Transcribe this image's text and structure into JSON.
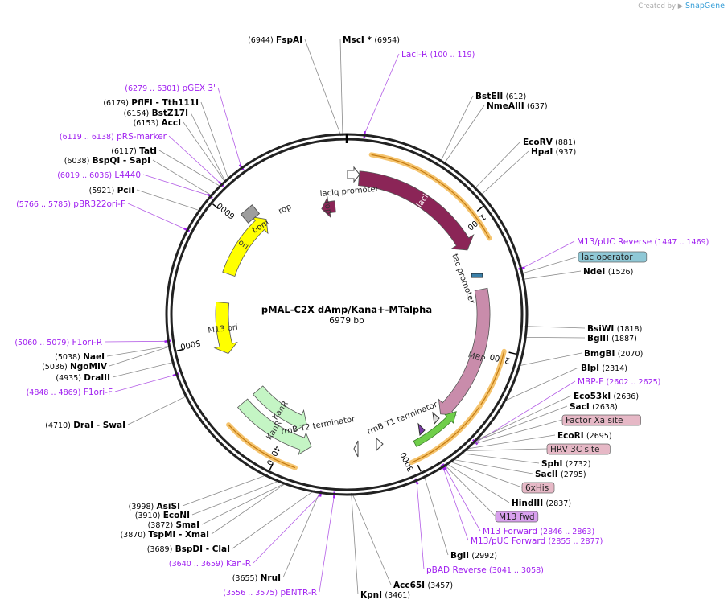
{
  "watermark": {
    "prefix": "Created by",
    "brand": "SnapGene"
  },
  "plasmid": {
    "name": "pMAL-C2X dAmp/Kana+-MTalpha",
    "length": 6979,
    "length_label": "6979 bp"
  },
  "colors": {
    "enzyme": "#000000",
    "primer": "#a020f0",
    "lacI": "#8b2557",
    "MBP": "#c98cab",
    "ori": "#ffff00",
    "KanR": "#c4f5c4",
    "bom": "#9e9e9e",
    "orf_halo": "#f5c46e",
    "terminator": "#7a3aa8"
  },
  "ticks": [
    {
      "pos": 1000,
      "label": "1000"
    },
    {
      "pos": 2000,
      "label": "2000"
    },
    {
      "pos": 3000,
      "label": "3000"
    },
    {
      "pos": 4000,
      "label": "4000"
    },
    {
      "pos": 5000,
      "label": "5000"
    },
    {
      "pos": 6000,
      "label": "6000"
    }
  ],
  "features": [
    {
      "name": "lacI",
      "label": "lacI",
      "start": 100,
      "end": 1200,
      "dir": 1,
      "color": "#8b2557",
      "text_color": "#ffffff"
    },
    {
      "name": "MBP",
      "label": "MBP",
      "start": 1540,
      "end": 2650,
      "dir": 1,
      "color": "#c98cab",
      "text_color": "#333333"
    },
    {
      "name": "ori",
      "label": "ori",
      "start": 5600,
      "end": 6200,
      "dir": 1,
      "color": "#ffff00",
      "text_color": "#333333"
    },
    {
      "name": "M13 ori",
      "label": "M13 ori",
      "start": 4880,
      "end": 5340,
      "dir": -1,
      "color": "#ffff00",
      "text_color": "#333333"
    },
    {
      "name": "KanR-1",
      "label": "KanR",
      "start": 3880,
      "end": 4450,
      "dir": -1,
      "color": "#c4f5c4",
      "text_color": "#333333"
    },
    {
      "name": "KanR-2",
      "label": "KanR",
      "start": 3780,
      "end": 4450,
      "dir": -1,
      "color": "#c4f5c4",
      "text_color": "#333333"
    },
    {
      "name": "rop",
      "label": "rop",
      "start": 6720,
      "end": 6860,
      "dir": -1,
      "color": "#8b2557",
      "text_color": "#333333"
    }
  ],
  "labels": {
    "lacIq_promoter": "lacIq promoter",
    "tac_promoter": "tac promoter",
    "rrnB_T1": "rrnB T1 terminator",
    "rrnB_T2": "rrnB T2 terminator",
    "bom": "bom",
    "rop": "rop"
  },
  "sites": [
    {
      "pos": "(6944)",
      "name": "FspAI",
      "kind": "enzyme"
    },
    {
      "pos": "(6954)",
      "name": "MscI *",
      "kind": "enzyme"
    },
    {
      "pos": "(100 .. 119)",
      "name": "LacI-R",
      "kind": "primer"
    },
    {
      "pos": "(612)",
      "name": "BstEII",
      "kind": "enzyme"
    },
    {
      "pos": "(637)",
      "name": "NmeAIII",
      "kind": "enzyme"
    },
    {
      "pos": "(881)",
      "name": "EcoRV",
      "kind": "enzyme"
    },
    {
      "pos": "(937)",
      "name": "HpaI",
      "kind": "enzyme"
    },
    {
      "pos": "(1447 .. 1469)",
      "name": "M13/pUC Reverse",
      "kind": "primer"
    },
    {
      "pos": "",
      "name": "lac operator",
      "kind": "box_blue"
    },
    {
      "pos": "(1526)",
      "name": "NdeI",
      "kind": "enzyme"
    },
    {
      "pos": "(1818)",
      "name": "BsiWI",
      "kind": "enzyme"
    },
    {
      "pos": "(1887)",
      "name": "BglII",
      "kind": "enzyme"
    },
    {
      "pos": "(2070)",
      "name": "BmgBI",
      "kind": "enzyme"
    },
    {
      "pos": "(2314)",
      "name": "BlpI",
      "kind": "enzyme"
    },
    {
      "pos": "(2602 .. 2625)",
      "name": "MBP-F",
      "kind": "primer"
    },
    {
      "pos": "(2636)",
      "name": "Eco53kI",
      "kind": "enzyme"
    },
    {
      "pos": "(2638)",
      "name": "SacI",
      "kind": "enzyme"
    },
    {
      "pos": "",
      "name": "Factor Xa site",
      "kind": "box_pink"
    },
    {
      "pos": "(2695)",
      "name": "EcoRI",
      "kind": "enzyme"
    },
    {
      "pos": "",
      "name": "HRV 3C site",
      "kind": "box_pink"
    },
    {
      "pos": "(2732)",
      "name": "SphI",
      "kind": "enzyme"
    },
    {
      "pos": "(2795)",
      "name": "SacII",
      "kind": "enzyme"
    },
    {
      "pos": "",
      "name": "6xHis",
      "kind": "box_pink"
    },
    {
      "pos": "(2837)",
      "name": "HindIII",
      "kind": "enzyme"
    },
    {
      "pos": "",
      "name": "M13 fwd",
      "kind": "box_purple"
    },
    {
      "pos": "(2846 .. 2863)",
      "name": "M13 Forward",
      "kind": "primer"
    },
    {
      "pos": "(2855 .. 2877)",
      "name": "M13/pUC Forward",
      "kind": "primer"
    },
    {
      "pos": "(2992)",
      "name": "BglI",
      "kind": "enzyme"
    },
    {
      "pos": "(3041 .. 3058)",
      "name": "pBAD Reverse",
      "kind": "primer"
    },
    {
      "pos": "(3457)",
      "name": "Acc65I",
      "kind": "enzyme"
    },
    {
      "pos": "(3461)",
      "name": "KpnI",
      "kind": "enzyme"
    },
    {
      "pos": "(3556 .. 3575)",
      "name": "pENTR-R",
      "kind": "primer"
    },
    {
      "pos": "(3655)",
      "name": "NruI",
      "kind": "enzyme"
    },
    {
      "pos": "(3640 .. 3659)",
      "name": "Kan-R",
      "kind": "primer"
    },
    {
      "pos": "(3689)",
      "name": "BspDI - ClaI",
      "kind": "enzyme"
    },
    {
      "pos": "(3870)",
      "name": "TspMI - XmaI",
      "kind": "enzyme"
    },
    {
      "pos": "(3872)",
      "name": "SmaI",
      "kind": "enzyme"
    },
    {
      "pos": "(3910)",
      "name": "EcoNI",
      "kind": "enzyme"
    },
    {
      "pos": "(3998)",
      "name": "AsiSI",
      "kind": "enzyme"
    },
    {
      "pos": "(4710)",
      "name": "DraI - SwaI",
      "kind": "enzyme"
    },
    {
      "pos": "(4848 .. 4869)",
      "name": "F1ori-F",
      "kind": "primer"
    },
    {
      "pos": "(4935)",
      "name": "DraIII",
      "kind": "enzyme"
    },
    {
      "pos": "(5036)",
      "name": "NgoMIV",
      "kind": "enzyme"
    },
    {
      "pos": "(5038)",
      "name": "NaeI",
      "kind": "enzyme"
    },
    {
      "pos": "(5060 .. 5079)",
      "name": "F1ori-R",
      "kind": "primer"
    },
    {
      "pos": "(5766 .. 5785)",
      "name": "pBR322ori-F",
      "kind": "primer"
    },
    {
      "pos": "(5921)",
      "name": "PciI",
      "kind": "enzyme"
    },
    {
      "pos": "(6019 .. 6036)",
      "name": "L4440",
      "kind": "primer"
    },
    {
      "pos": "(6038)",
      "name": "BspQI - SapI",
      "kind": "enzyme"
    },
    {
      "pos": "(6117)",
      "name": "TatI",
      "kind": "enzyme"
    },
    {
      "pos": "(6119 .. 6138)",
      "name": "pRS-marker",
      "kind": "primer"
    },
    {
      "pos": "(6153)",
      "name": "AccI",
      "kind": "enzyme"
    },
    {
      "pos": "(6154)",
      "name": "BstZ17I",
      "kind": "enzyme"
    },
    {
      "pos": "(6179)",
      "name": "PflFI - Tth111I",
      "kind": "enzyme"
    },
    {
      "pos": "(6279 .. 6301)",
      "name": "pGEX 3'",
      "kind": "primer"
    }
  ]
}
